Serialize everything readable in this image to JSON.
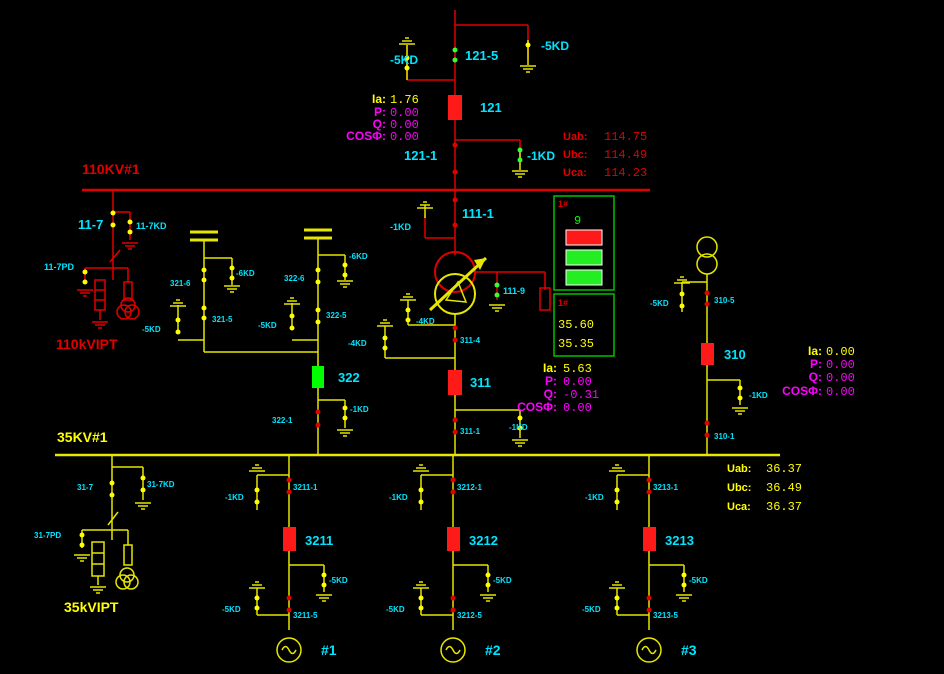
{
  "colors": {
    "bg": "#000000",
    "line_yellow": "#e6e600",
    "line_red": "#e00000",
    "label_cyan": "#00e5ff",
    "label_yellow": "#ffff00",
    "label_magenta": "#ff00ff",
    "breaker_closed_red": "#ff1a1a",
    "breaker_green": "#00ff00",
    "node_green": "#33ff33"
  },
  "buses": {
    "hv": "110KV#1",
    "mv": "35KV#1"
  },
  "hv_labels": {
    "sw_121_5": "121-5",
    "gnd_left": "-5KD",
    "gnd_right": "-5KD",
    "brk_121": "121",
    "sw_121_1": "121-1",
    "gnd_121_1": "-1KD",
    "sw_111_1": "111-1",
    "gnd_111_1": "-1KD",
    "sw_11_7": "11-7",
    "gnd_11_7": "11-7KD",
    "gnd_11_7pd": "11-7PD",
    "pt_label": "110kVIPT",
    "sw_111_9": "111-9"
  },
  "line121": {
    "ia_lbl": "Ia:",
    "ia": "1.76",
    "p_lbl": "P:",
    "p": "0.00",
    "q_lbl": "Q:",
    "q": "0.00",
    "cos_lbl": "COSΦ:",
    "cos": "0.00"
  },
  "hv_volt": {
    "uab_lbl": "Uab:",
    "uab": "114.75",
    "ubc_lbl": "Ubc:",
    "ubc": "114.49",
    "uca_lbl": "Uca:",
    "uca": "114.23"
  },
  "xfmr_box1": {
    "title": "1#",
    "tap": "9"
  },
  "xfmr_box2": {
    "title": "1#",
    "v1": "35.60",
    "v2": "35.35"
  },
  "cap_feeders": {
    "sw_321_6": "321-6",
    "gnd_321_6": "-6KD",
    "sw_321_5": "321-5",
    "gnd_321_5": "-5KD",
    "sw_322_6": "322-6",
    "gnd_322_6": "-6KD",
    "sw_322_5": "322-5",
    "gnd_322_5": "-5KD",
    "brk_322": "322",
    "sw_322_1": "322-1",
    "gnd_322_1": "-1KD"
  },
  "xfmr_lv": {
    "sw_311_4": "311-4",
    "gnd_311_4a": "-4KD",
    "gnd_311_4b": "-4KD",
    "brk_311": "311",
    "sw_311_1": "311-1",
    "gnd_311_1": "-1KD"
  },
  "meas311": {
    "ia_lbl": "Ia:",
    "ia": "5.63",
    "p_lbl": "P:",
    "p": "0.00",
    "q_lbl": "Q:",
    "q": "-0.31",
    "cos_lbl": "COSΦ:",
    "cos": "0.00"
  },
  "feeder310": {
    "sw_310_5": "310-5",
    "gnd_310_5": "-5KD",
    "brk_310": "310",
    "gnd_310_1": "-1KD",
    "sw_310_1": "310-1"
  },
  "meas310": {
    "ia_lbl": "Ia:",
    "ia": "0.00",
    "p_lbl": "P:",
    "p": "0.00",
    "q_lbl": "Q:",
    "q": "0.00",
    "cos_lbl": "COSΦ:",
    "cos": "0.00"
  },
  "mv_pt": {
    "sw_31_7": "31-7",
    "gnd_31_7": "31-7KD",
    "gnd_31_7pd": "31-7PD",
    "pt_label": "35kVIPT"
  },
  "mv_volt": {
    "uab_lbl": "Uab:",
    "uab": "36.37",
    "ubc_lbl": "Ubc:",
    "ubc": "36.49",
    "uca_lbl": "Uca:",
    "uca": "36.37"
  },
  "gen_feeders": [
    {
      "sw_top": "3211-1",
      "gnd_top": "-1KD",
      "brk": "3211",
      "gnd_mid": "-5KD",
      "gnd_low": "-5KD",
      "sw_bot": "3211-5",
      "gen": "#1"
    },
    {
      "sw_top": "3212-1",
      "gnd_top": "-1KD",
      "brk": "3212",
      "gnd_mid": "-5KD",
      "gnd_low": "-5KD",
      "sw_bot": "3212-5",
      "gen": "#2"
    },
    {
      "sw_top": "3213-1",
      "gnd_top": "-1KD",
      "brk": "3213",
      "gnd_mid": "-5KD",
      "gnd_low": "-5KD",
      "sw_bot": "3213-5",
      "gen": "#3"
    }
  ]
}
